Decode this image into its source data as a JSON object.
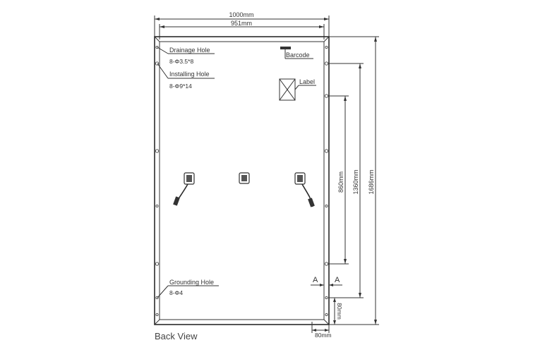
{
  "dimensions": {
    "overall_width": "1000mm",
    "frame_width": "951mm",
    "mounting_860": "860mm",
    "mounting_1360": "1360mm",
    "overall_height": "1686mm",
    "edge_80_vertical": "80mm",
    "edge_80_horizontal": "80mm"
  },
  "callouts": {
    "drainage_hole": {
      "label": "Drainage Hole",
      "spec": "8-Φ3.5*8"
    },
    "installing_hole": {
      "label": "Installing Hole",
      "spec": "8-Φ9*14"
    },
    "grounding_hole": {
      "label": "Grounding Hole",
      "spec": "8-Φ4"
    },
    "barcode": "Barcode",
    "label": "Label"
  },
  "section_marks": {
    "left": "A",
    "right": "A"
  },
  "caption": "Back View"
}
